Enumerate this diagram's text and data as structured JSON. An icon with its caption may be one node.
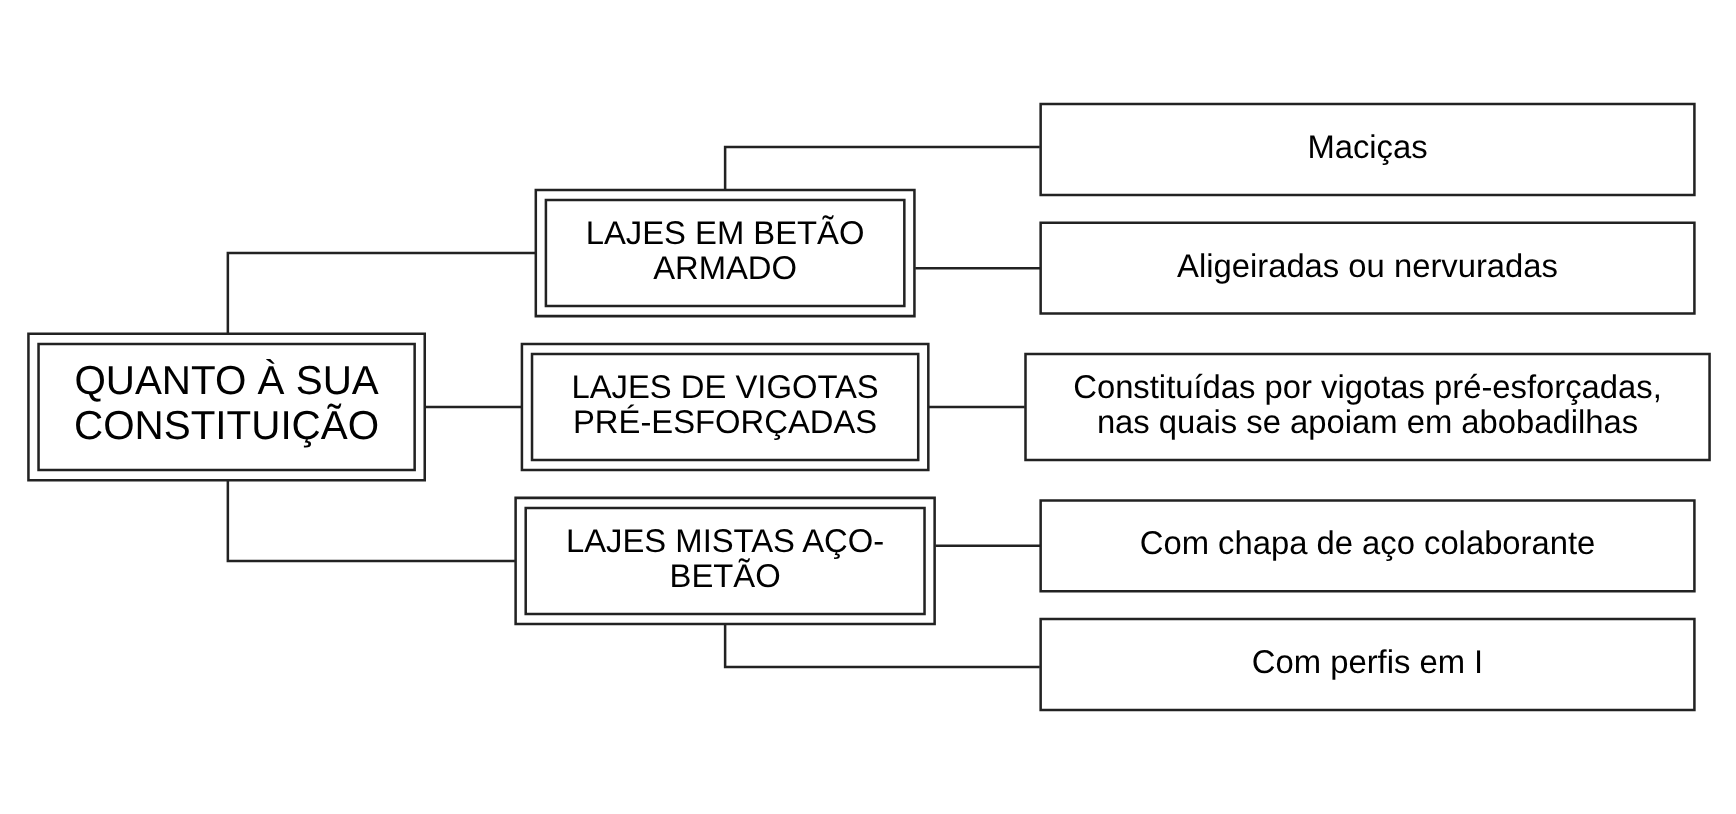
{
  "diagram": {
    "nodes": [
      {
        "text": [
          "QUANTO À SUA CONSTITUIÇÃO"
        ]
      },
      {
        "text": [
          "LAJES EM BETÃO ARMADO"
        ]
      },
      {
        "text": [
          "LAJES DE VIGOTAS PRÉ-ESFORÇADAS"
        ]
      },
      {
        "text": [
          "LAJES MISTAS AÇO-BETÃO"
        ]
      },
      {
        "text": [
          "Maciças"
        ]
      },
      {
        "text": [
          "Aligeiradas ou nervuradas"
        ]
      },
      {
        "text": [
          "Constituídas por vigotas pré-esforçadas, nas quais se apoiam em abobadilhas"
        ]
      },
      {
        "text": [
          "Com chapa de aço colaborante"
        ]
      },
      {
        "text": [
          "Com perfis em I"
        ]
      }
    ],
    "edges": [
      {
        "from": 0,
        "to": 1,
        "arrow": "none"
      },
      {
        "from": 0,
        "to": 2,
        "arrow": "none"
      },
      {
        "from": 0,
        "to": 3,
        "arrow": "none"
      },
      {
        "from": 1,
        "to": 4,
        "arrow": "none"
      },
      {
        "from": 1,
        "to": 5,
        "arrow": "none"
      },
      {
        "from": 2,
        "to": 6,
        "arrow": "none"
      },
      {
        "from": 3,
        "to": 7,
        "arrow": "none"
      },
      {
        "from": 3,
        "to": 8,
        "arrow": "none"
      }
    ]
  }
}
